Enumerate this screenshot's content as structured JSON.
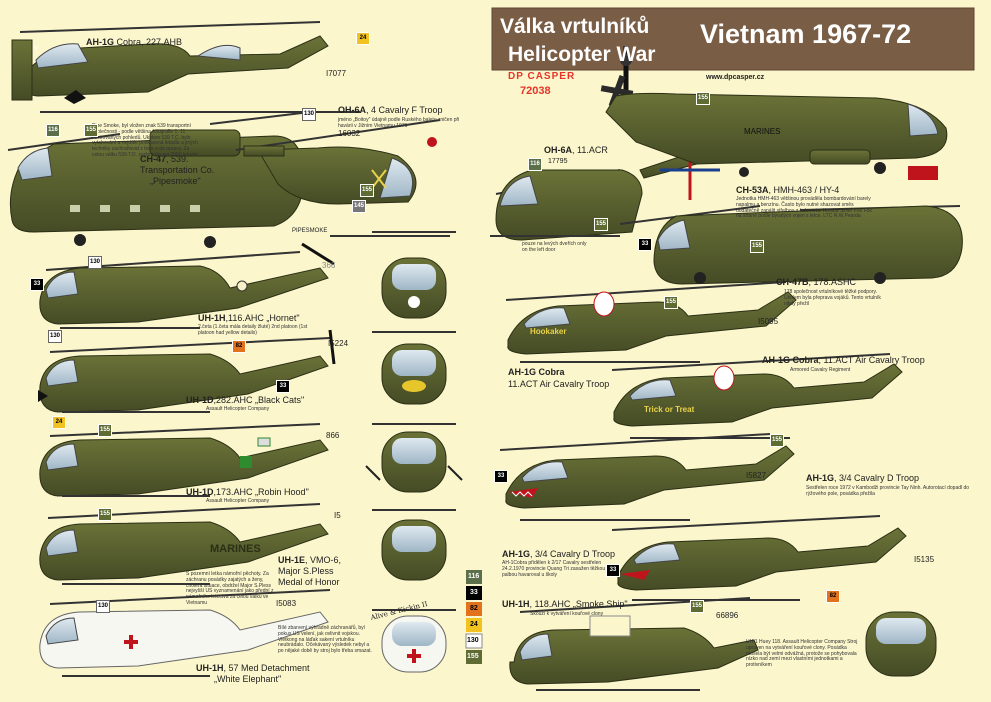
{
  "header": {
    "title_cz": "Válka vrtulníků",
    "title_en": "Helicopter War",
    "title_right": "Vietnam 1967-72",
    "brand": "DP CASPER",
    "code": "72038",
    "url": "www.dpcasper.cz"
  },
  "colors": {
    "background": "#fbf6cc",
    "olive": "#5a6230",
    "olive_dark": "#3c4221",
    "banner": "#7a5d45",
    "accent_red": "#c0141c",
    "yellow": "#f2c320",
    "orange": "#e3721c"
  },
  "aircraft": [
    {
      "id": "ah1g-227",
      "name": "AH-1G",
      "detail": " Cobra, 227.AHB",
      "serial": "I7077",
      "badge": "24"
    },
    {
      "id": "ch47-539",
      "name": "CH-47",
      "detail": ", 539.",
      "line2": "Transportation Co.",
      "line3": "„Pipesmoke\"",
      "note": "Pipe Smoke, byl vložen znak 539 transportní společnosti - podle většina fotografie 1. 11 ilustrovaných pohledů. Ukolem 539 T.C. bylo vytahování a nejdále poškozená letadla a jiných techniky zachraňovat z boje a do opravy. Za celou válku 539.T.D. zachránila asi 2500 letadel.",
      "badges": [
        "116",
        "155"
      ],
      "nose": "Pipesmoke"
    },
    {
      "id": "oh6a-4cav",
      "name": "OH-6A",
      "detail": ", 4 Cavalry F Troop",
      "note": "jméno „Boitoy\" údajně podle Ruského baletu zničen při havárii v Jižním Vietnamu 1971",
      "serial": "16032",
      "badges": [
        "130",
        "155",
        "145"
      ]
    },
    {
      "id": "oh6a-11acr",
      "name": "OH-6A",
      "detail": ", 11.ACR",
      "serial": "17795",
      "note": "pouze na levých dveřích only on the left door",
      "badges": [
        "116",
        "155"
      ]
    },
    {
      "id": "ch53a",
      "name": "CH-53A",
      "detail": ", HMH-463 / HY-4",
      "note": "Jednotka HMH-463 většinou prováděla bombardování barely napalmu a benzínu. Často bylo nutné shazovat směs dodatečně zapálit střelbou z kulometu. Kresba Silver Fox Fox na straně podle bývalých vojen s letce. LTC R.W.Pearda",
      "marking": "MARINES",
      "badge": "155"
    },
    {
      "id": "ch47b-178",
      "name": "CH-47B",
      "detail": ", 178.ASHC",
      "note": "178 společnost vrtulníkové těžké podpory. Úkolem byla přeprava vojáků. Tento vrtulník nikdy přežil",
      "badges": [
        "155",
        "33"
      ]
    },
    {
      "id": "uh1h-116",
      "name": "UH-1H",
      "detail": ",116.AHC „Hornet\"",
      "note": "2.četa (1.četa mála detaily žluté) 2nd platoon (1st platoon had yellow details)",
      "serial": "I5224",
      "badges": [
        "130",
        "33",
        "130"
      ],
      "tail": "366"
    },
    {
      "id": "uh1d-282",
      "name": "UH-1D",
      "detail": ",282.AHC „Black Cats\"",
      "sub": "Assault Helicopter Company",
      "badges": [
        "82",
        "33",
        "24"
      ]
    },
    {
      "id": "uh1d-173",
      "name": "UH-1D",
      "detail": ",173.AHC „Robin Hood\"",
      "sub": "Assault Helicopter Company",
      "serial": "866",
      "badge": "155"
    },
    {
      "id": "uh1e-vmo6",
      "name": "UH-1E",
      "detail": ", VMO-6,",
      "line2": "Major S.Pless",
      "line3": "Medal of Honor",
      "note": "S pozemní letka námořní pěchoty. Za záchranu posádky zajatých a ženy, cholera situace, obdržel Major S.Pless nejvyšší US vyznamenání jako přední z námořního letectva za celou válku ve Vietnamu",
      "marking": "MARINES",
      "serial": "I5",
      "badge": "155"
    },
    {
      "id": "uh1h-57",
      "name": "UH-1H",
      "detail": ", 57 Med Detachment",
      "line2": "„White Elephant\"",
      "note": "Bílé zbarvení výhradně záchranářů, byl pokus US velení, jak ovlivnit vojskou. Vietkong na láďak sakení vrtulníku neubrádalo. Očekávaný výsledek nebyl a po nějaké době by stroj bylo třeba smazat.",
      "serial": "I5083",
      "badge": "130",
      "art": "Alive & Kickin II"
    },
    {
      "id": "ah1g-11acr",
      "name": "AH-1G Cobra",
      "line2": "11.ACT  Air Cavalry Troop",
      "serial": "I5095",
      "badge": "155",
      "nose": "Hookaker"
    },
    {
      "id": "ah1g-11act",
      "name": "AH-1G Cobra",
      "detail": ", 11.ACT Air Cavalry Troop",
      "sub": "Armored Cavalry Regiment",
      "nose": "Trick or Treat",
      "badge": "155"
    },
    {
      "id": "ah1g-34a",
      "name": "AH-1G",
      "detail": ",  3/4 Cavalry D Troop",
      "note": "Sestřelen roce 1972 v Kambodži provincie Tay Ninh. Autorotací dopadl do rýžového pole, posádka přežila",
      "serial": "I5827",
      "badge": "33"
    },
    {
      "id": "ah1g-34b",
      "name": "AH-1G",
      "detail": ", 3/4 Cavalry D Troop",
      "note": "AH-1Cobra přidělen k 2/17 Cavalry sestřelen 24.2.1970 provincie Quang Tri zasažen těžkou palbou havaroval u školy",
      "serial": "I5135",
      "badges": [
        "33",
        "82"
      ]
    },
    {
      "id": "uh1h-118",
      "name": "UH-1H",
      "detail": ", 118.AHC „Smoke Ship\"",
      "sub": "Skouží k vytváření kouřové clony",
      "note": "UH-1 Huey 118. Assault Helicopter Company Stroj upraven na vytváření kouřové clony. Posádka musela být velmi odvážná, protože se pohybovala nízko nad zemí mezi vlastními jednotkami a protivníkem",
      "serial": "66896",
      "badge": "155"
    }
  ],
  "chip_legend": [
    "116",
    "33",
    "82",
    "24",
    "130",
    "155"
  ]
}
